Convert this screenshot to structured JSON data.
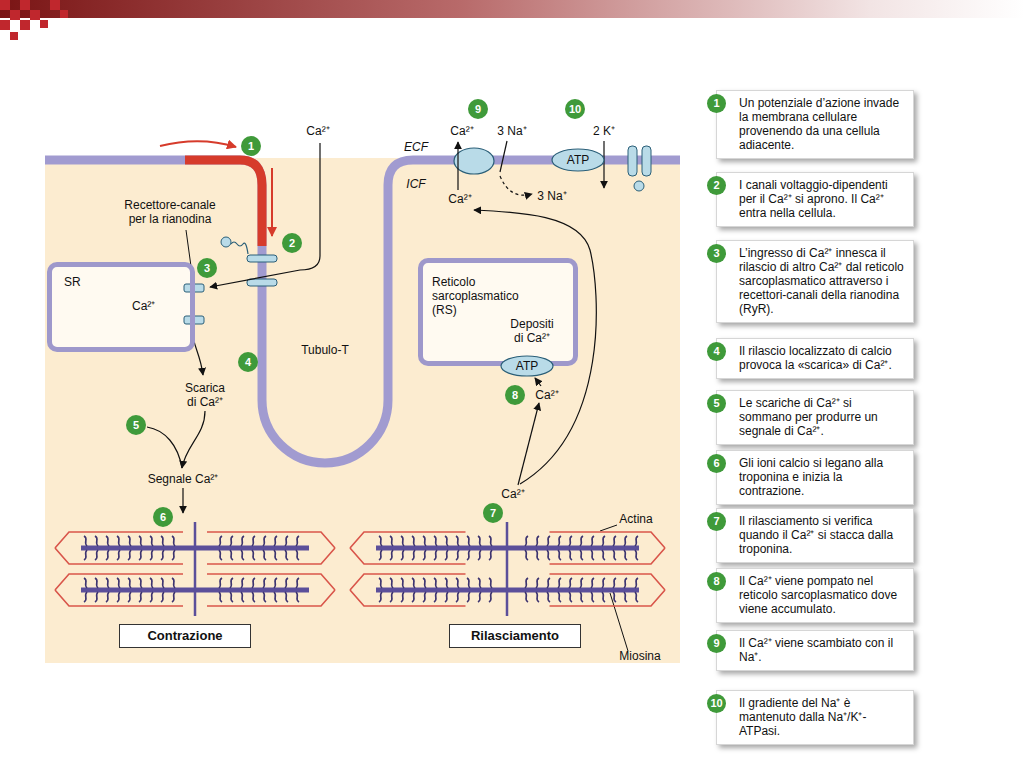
{
  "diagram": {
    "nodes": [
      {
        "text": [
          "SR",
          "Ca²⁺"
        ]
      },
      {
        "text": [
          "ATP"
        ]
      },
      {
        "text": [
          "Reticolo sarcoplasmatico (RS)",
          "Depositi di Ca²⁺"
        ]
      },
      {
        "text": [
          "ATP"
        ]
      },
      {
        "text": [
          "Contrazione"
        ]
      },
      {
        "text": [
          "Rilasciamento"
        ]
      },
      {
        "text": [
          "1",
          "Un potenziale d’azione invade la membrana cellulare provenendo da una cellula adiacente."
        ]
      },
      {
        "text": [
          "2",
          "I canali voltaggio-dipendenti per il Ca²⁺ si aprono. Il Ca²⁺ entra nella cellula."
        ]
      },
      {
        "text": [
          "3",
          "L’ingresso di Ca²⁺ innesca il rilascio di altro Ca²⁺ dal reticolo sarcoplasmatico attraverso i recettori-canali della rianodina (RyR)."
        ]
      },
      {
        "text": [
          "4",
          "Il rilascio localizzato di calcio provoca la «scarica» di Ca²⁺."
        ]
      },
      {
        "text": [
          "5",
          "Le scariche di Ca²⁺ si sommano per produrre un segnale di Ca²⁺."
        ]
      },
      {
        "text": [
          "6",
          "Gli ioni calcio si legano alla troponina e inizia la contrazione."
        ]
      },
      {
        "text": [
          "7",
          "Il rilasciamento si verifica quando il Ca²⁺ si stacca dalla troponina."
        ]
      },
      {
        "text": [
          "8",
          "Il Ca²⁺ viene pompato nel reticolo sarcoplasmatico dove viene accumulato."
        ]
      },
      {
        "text": [
          "9",
          "Il Ca²⁺ viene scambiato con il Na⁺."
        ]
      },
      {
        "text": [
          "10",
          "Il gradiente del Na⁺ è mantenuto dalla Na⁺/K⁺-ATPasi."
        ]
      }
    ],
    "labels": [
      "1",
      "Ca²⁺",
      "Recettore-canale per la rianodina",
      "2",
      "3",
      "4",
      "Scarica di Ca²⁺",
      "5",
      "Segnale Ca²⁺",
      "6",
      "Tubulo-T",
      "ECF",
      "ICF",
      "9",
      "10",
      "Ca²⁺",
      "3 Na⁺",
      "2 K⁺",
      "Ca²⁺",
      "3 Na⁺",
      "8",
      "Ca²⁺",
      "7",
      "Ca²⁺",
      "Actina",
      "Miosina"
    ]
  }
}
